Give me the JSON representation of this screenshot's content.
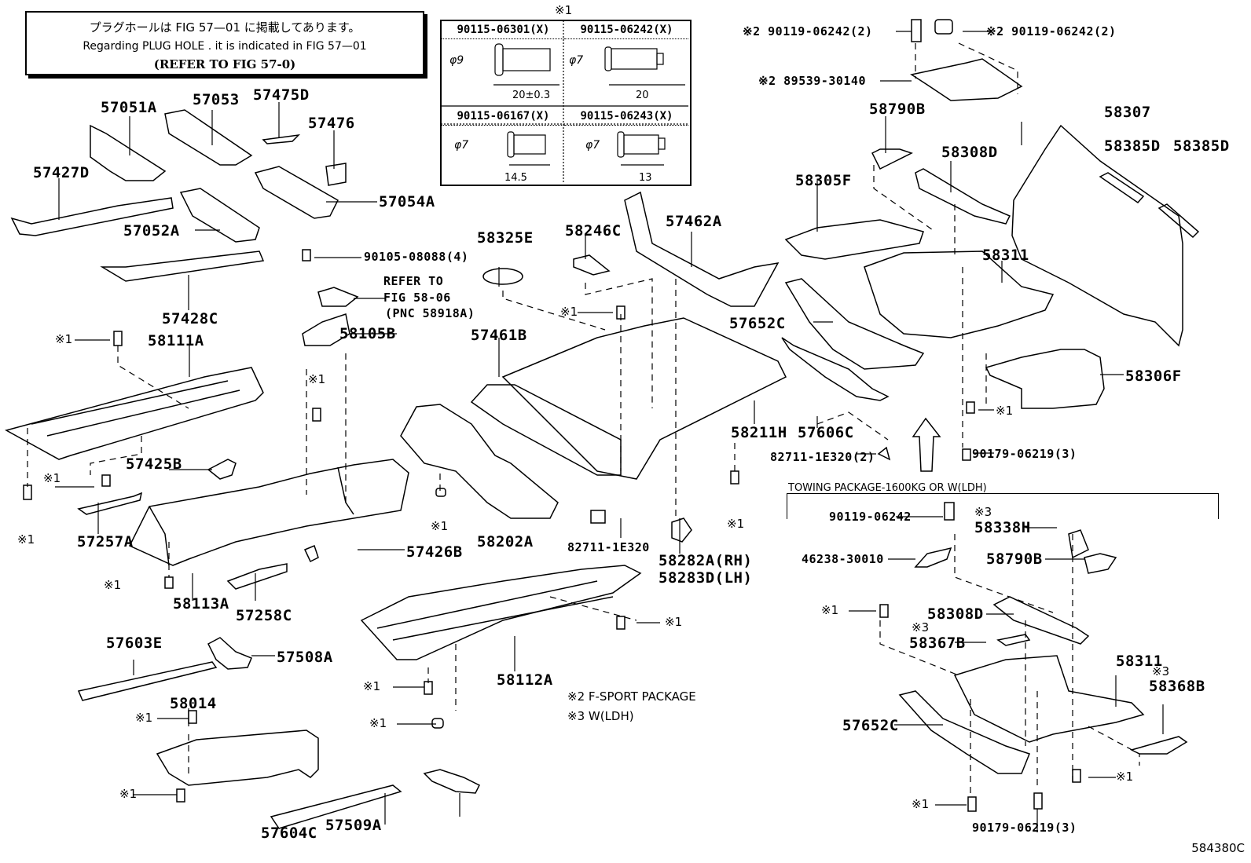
{
  "notice": {
    "line_jp": "プラグホールは FIG 57—01 に掲載してあります。",
    "line_en": "Regarding  PLUG  HOLE . it is indicated in FIG  57—01",
    "line_ref": "(REFER TO FIG 57-0)"
  },
  "screw_table": {
    "mark": "※1",
    "cells": [
      {
        "part": "90115-06301(X)",
        "diameter": "φ9",
        "length": "20±0.3"
      },
      {
        "part": "90115-06242(X)",
        "diameter": "φ7",
        "length": "20"
      },
      {
        "part": "90115-06167(X)",
        "diameter": "φ7",
        "length": "14.5"
      },
      {
        "part": "90115-06243(X)",
        "diameter": "φ7",
        "length": "13"
      }
    ]
  },
  "labels": {
    "p57051A": "57051A",
    "p57053": "57053",
    "p57475D": "57475D",
    "p57476": "57476",
    "p57427D": "57427D",
    "p57054A": "57054A",
    "p57052A": "57052A",
    "p57428C": "57428C",
    "p58111A": "58111A",
    "p57425B": "57425B",
    "p57257A": "57257A",
    "p58113A": "58113A",
    "p57258C": "57258C",
    "p57426B": "57426B",
    "p58105B": "58105B",
    "p90105": "90105-08088(4)",
    "refer1": "REFER TO",
    "refer2": "FIG 58-06",
    "refer3": "(PNC 58918A)",
    "p58325E": "58325E",
    "p58246C": "58246C",
    "p57462A": "57462A",
    "p57461B": "57461B",
    "p58202A": "58202A",
    "p82711a": "82711-1E320",
    "p58282A": "58282A(RH)",
    "p58283D": "58283D(LH)",
    "p58211H": "58211H",
    "p57606C": "57606C",
    "p82711b": "82711-1E320(2)",
    "p57652C": "57652C",
    "p58305F": "58305F",
    "p58790B": "58790B",
    "p58308D": "58308D",
    "p58311": "58311",
    "p58307": "58307",
    "p58385D1": "58385D",
    "p58385D2": "58385D",
    "p58306F": "58306F",
    "p90179a": "90179-06219(3)",
    "p90119a": "※2 90119-06242(2)",
    "p90119b": "※2 90119-06242(2)",
    "p89539": "※2 89539-30140",
    "p57603E": "57603E",
    "p57508A": "57508A",
    "p58014": "58014",
    "p57604C": "57604C",
    "p57509A": "57509A",
    "p58112A": "58112A",
    "t90119": "90119-06242",
    "t46238": "46238-30010",
    "t58338H": "58338H",
    "t58790B": "58790B",
    "t58308D": "58308D",
    "t58367B": "58367B",
    "t58311": "58311",
    "t58368B": "58368B",
    "t57652C": "57652C",
    "t90179": "90179-06219(3)"
  },
  "marks": {
    "m1": "※1",
    "m2": "※2",
    "m3": "※3"
  },
  "legend": {
    "note2": "※2 F-SPORT PACKAGE",
    "note3": "※3 W(LDH)"
  },
  "towing": {
    "title": "TOWING PACKAGE-1600KG OR W(LDH)"
  },
  "figure_code": "584380C"
}
